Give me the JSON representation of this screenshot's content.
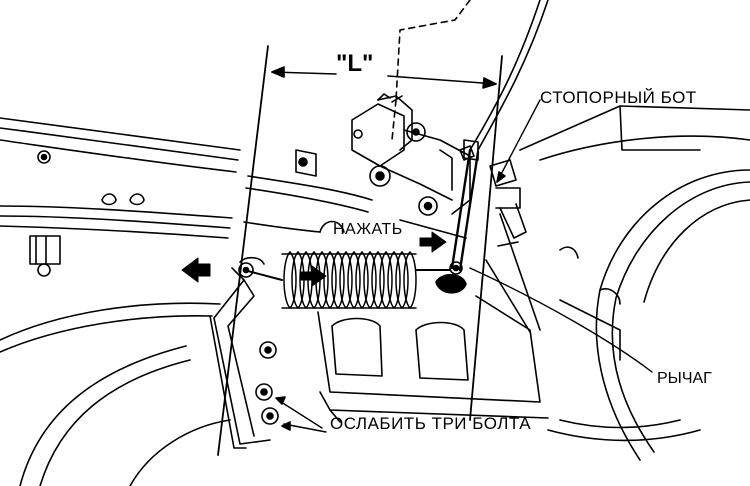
{
  "labels": {
    "dimension": "\"L\"",
    "stop_bolt": "СТОПОРНЫЙ БОТ",
    "press": "НАЖАТЬ",
    "lever": "РЫЧАГ",
    "loosen_bolts": "ОСЛАБИТЬ ТРИ  БОЛТА"
  },
  "colors": {
    "ink": "#000000",
    "paper": "#ffffff"
  },
  "icons": {
    "push_arrow": "arrow-right-icon",
    "pull_arrow": "arrow-left-icon"
  }
}
